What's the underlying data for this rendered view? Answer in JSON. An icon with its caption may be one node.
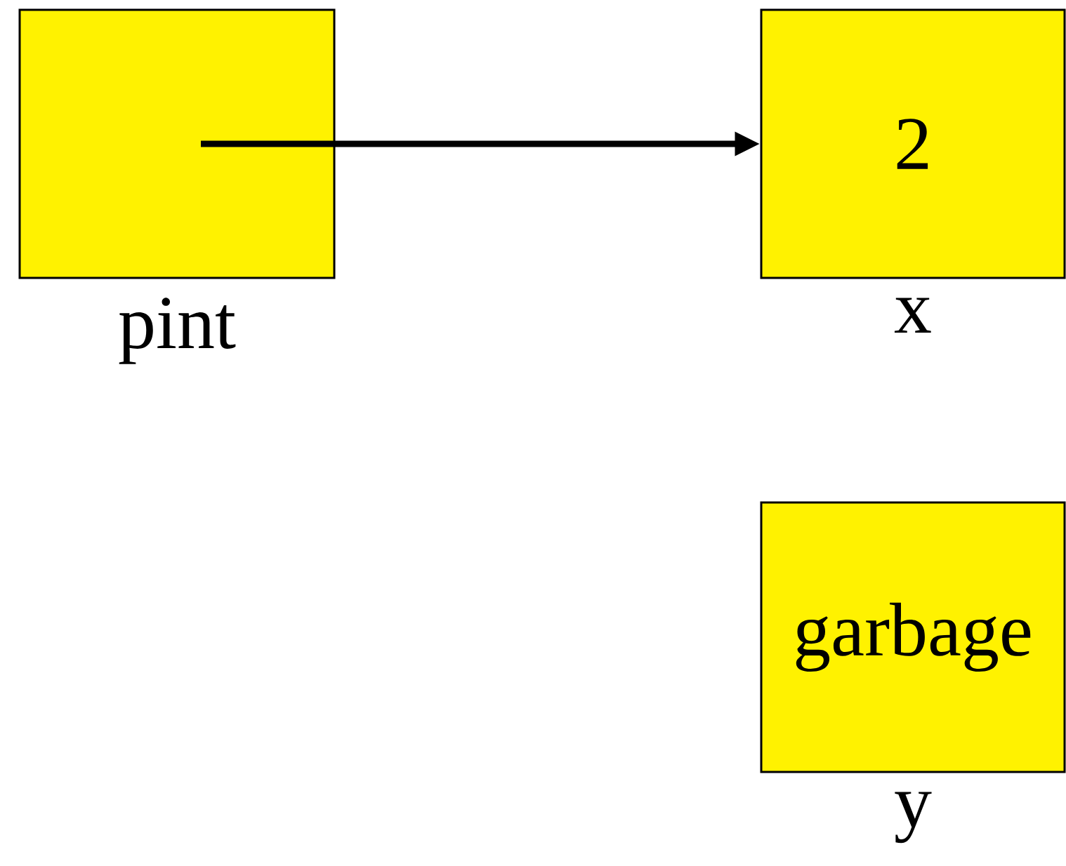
{
  "diagram": {
    "nodes": [
      {
        "text": [],
        "shape": "box",
        "beside": [
          "pint"
        ]
      },
      {
        "text": [
          "2"
        ],
        "beside": [
          "x"
        ]
      },
      {
        "text": [
          "garbage"
        ],
        "beside": [
          "y"
        ]
      }
    ],
    "edges": [
      {
        "from": 0,
        "to": 1,
        "arrow": "to"
      }
    ]
  }
}
